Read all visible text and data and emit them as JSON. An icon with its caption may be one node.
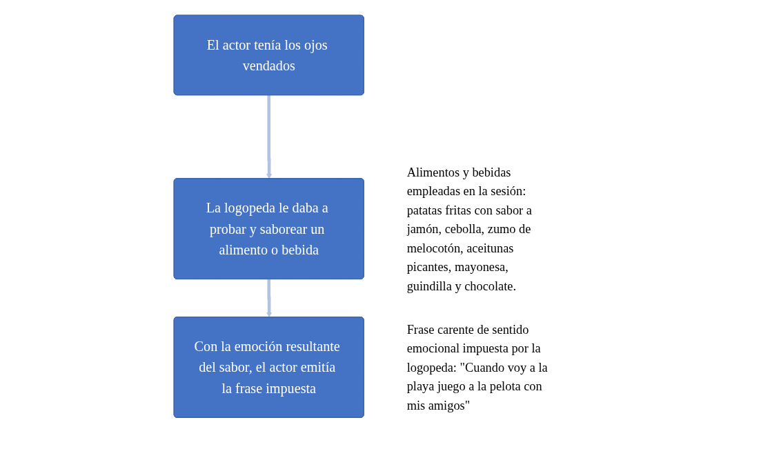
{
  "diagram": {
    "nodes": [
      {
        "text": [
          "El actor tenía los ojos vendados"
        ]
      },
      {
        "text": [
          "La logopeda le daba a probar y saborear un alimento o bebida"
        ],
        "beside": [
          "Alimentos y bebidas empleadas en la sesión: patatas fritas con sabor a jamón, cebolla, zumo de melocotón, aceitunas picantes, mayonesa, guindilla y chocolate."
        ]
      },
      {
        "text": [
          "Con la emoción resultante del sabor, el actor emitía la frase impuesta"
        ],
        "beside": [
          "Frase carente de sentido emocional impuesta por la logopeda: \"Cuando voy a la playa juego a la pelota con mis amigos\""
        ]
      }
    ],
    "edges": [
      {
        "from": 0,
        "to": 1,
        "arrow": "to"
      },
      {
        "from": 1,
        "to": 2,
        "arrow": "to"
      }
    ]
  }
}
